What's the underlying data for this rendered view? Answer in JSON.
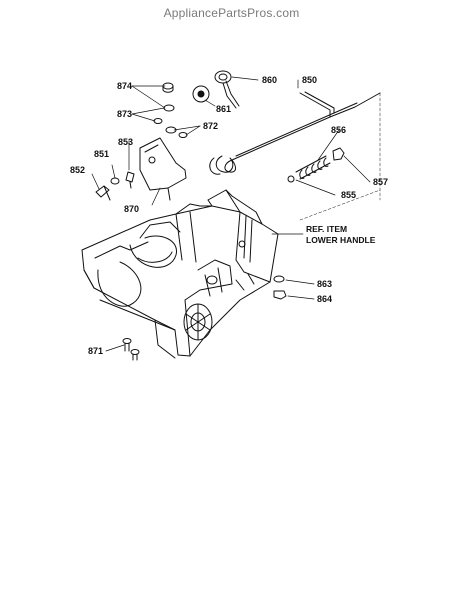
{
  "watermark": "AppliancePartsPros.com",
  "callouts": {
    "c874": "874",
    "c860": "860",
    "c850": "850",
    "c873": "873",
    "c861": "861",
    "c872": "872",
    "c853": "853",
    "c856": "856",
    "c851": "851",
    "c852": "852",
    "c857": "857",
    "c855": "855",
    "c870": "870",
    "c863": "863",
    "c864": "864",
    "c871": "871"
  },
  "reference_note": {
    "line1": "REF. ITEM",
    "line2": "LOWER HANDLE"
  }
}
